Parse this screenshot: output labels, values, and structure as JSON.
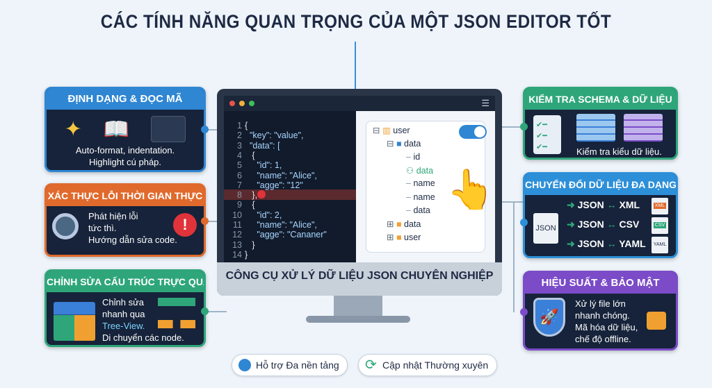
{
  "title": "CÁC TÍNH NĂNG QUAN TRỌNG CỦA MỘT JSON EDITOR TỐT",
  "left_cards": [
    {
      "header": "ĐỊNH DẠNG & ĐỌC MÃ",
      "lines": [
        "Auto-format, indentation.",
        "Highlight cú pháp."
      ],
      "color": "#2f86d3"
    },
    {
      "header": "XÁC THỰC LỖI THỜI GIAN THỰC",
      "lines": [
        "Phát hiện lỗi",
        "tức thì.",
        "Hướng dẫn sửa code."
      ],
      "color": "#e06a2c"
    },
    {
      "header": "CHỈNH SỬA CẤU TRÚC TRỰC QUAN",
      "lines": [
        "Chỉnh sửa",
        "nhanh qua",
        "Tree-View.",
        "Di chuyển các node."
      ],
      "color": "#2ea67a"
    }
  ],
  "right_cards": [
    {
      "header": "KIỂM TRA SCHEMA & DỮ LIỆU",
      "lines": [
        "Kiểm tra kiểu dữ liệu."
      ],
      "color": "#2ea67a"
    },
    {
      "header": "CHUYỂN ĐỔI DỮ LIỆU ĐA DẠNG",
      "source": "JSON",
      "conversions": [
        {
          "from": "JSON",
          "to": "XML",
          "badge": "XML"
        },
        {
          "from": "JSON",
          "to": "CSV",
          "badge": "CSV"
        },
        {
          "from": "JSON",
          "to": "YAML",
          "badge": "YAML"
        }
      ],
      "color": "#2d8fd8"
    },
    {
      "header": "HIỆU SUẤT & BẢO MẬT",
      "lines": [
        "Xử lý file lớn",
        "nhanh chóng.",
        "Mã hóa dữ liệu,",
        "chế độ offline."
      ],
      "color": "#7b4bc8"
    }
  ],
  "editor": {
    "line_numbers": [
      "1",
      "2",
      "3",
      "4",
      "5",
      "6",
      "7",
      "8",
      "9",
      "10",
      "11",
      "12",
      "13",
      "14"
    ],
    "code_lines": [
      "{",
      "  \"key\": \"value\",",
      "  \"data\": [",
      "   {",
      "     \"id\": 1,",
      "     \"name\": \"Alice\",",
      "     \"agge\": \"12\"",
      "   },",
      "   {",
      "     \"id\": 2,",
      "     \"name\": \"Alice\",",
      "     \"agge\": \"Cananer\"",
      "   }",
      "}"
    ],
    "error_line": 8,
    "tree": [
      "user",
      "data",
      "id",
      "data",
      "name",
      "name",
      "data",
      "data",
      "user"
    ],
    "toggle_on": true
  },
  "monitor_caption": "CÔNG CỤ XỬ LÝ DỮ LIỆU JSON CHUYÊN NGHIỆP",
  "pills": [
    "Hỗ trợ Đa nền tảng",
    "Cập nhật Thường xuyên"
  ]
}
